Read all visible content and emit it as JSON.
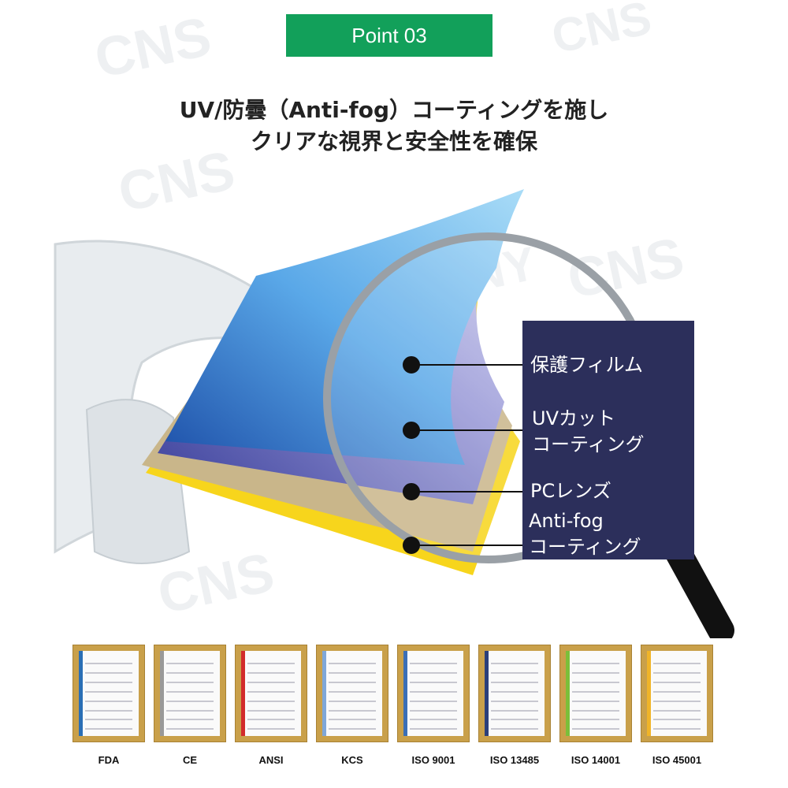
{
  "watermark": {
    "brand": "CNS",
    "company": "C&SCOMPANY",
    "word": "COMPANY"
  },
  "banner": {
    "label": "Point 03"
  },
  "headline": {
    "line1": "UV/防曇（Anti-fog）コーティングを施し",
    "line2": "クリアな視界と安全性を確保"
  },
  "layers": [
    {
      "line1": "保護フィルム",
      "line2": ""
    },
    {
      "line1": "UVカット",
      "line2": "コーティング"
    },
    {
      "line1": "PCレンズ",
      "line2": ""
    },
    {
      "line1": "Anti-fog",
      "line2": "コーティング"
    }
  ],
  "colors": {
    "accent": "#12a05a",
    "panel": "#2c2f5b"
  },
  "certificates": [
    {
      "label": "FDA",
      "accent": "#2a6fb5"
    },
    {
      "label": "CE",
      "accent": "#999999"
    },
    {
      "label": "ANSI",
      "accent": "#d22b2b"
    },
    {
      "label": "KCS",
      "accent": "#7fa7d8"
    },
    {
      "label": "ISO 9001",
      "accent": "#3b6fb6"
    },
    {
      "label": "ISO 13485",
      "accent": "#2b3f7a"
    },
    {
      "label": "ISO 14001",
      "accent": "#7bbf3a"
    },
    {
      "label": "ISO 45001",
      "accent": "#f0b429"
    }
  ]
}
